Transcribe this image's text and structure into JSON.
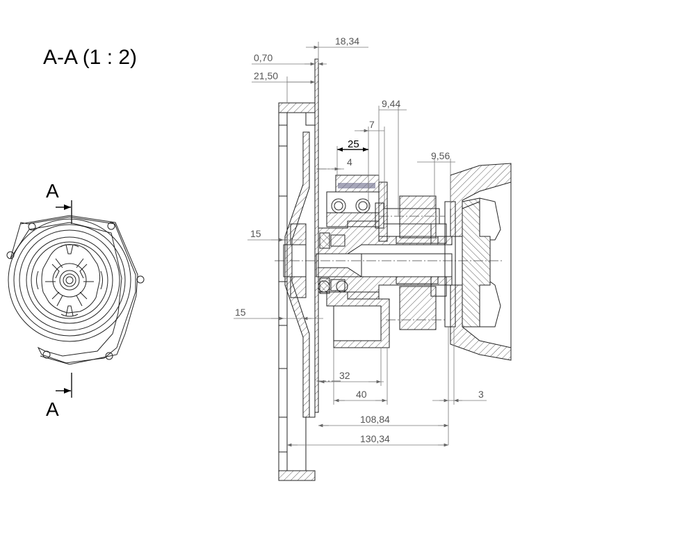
{
  "title": "A-A  (1 : 2)",
  "section_marks": {
    "top": "A",
    "bottom": "A"
  },
  "dimensions": {
    "d_18_34": "18,34",
    "d_0_70": "0,70",
    "d_21_50": "21,50",
    "d_9_44": "9,44",
    "d_7": "7",
    "d_25": "25",
    "d_4": "4",
    "d_9_56": "9,56",
    "d_15_top": "15",
    "d_15_bottom": "15",
    "d_32": "32",
    "d_40": "40",
    "d_3": "3",
    "d_108_84": "108,84",
    "d_130_34": "130,34"
  }
}
